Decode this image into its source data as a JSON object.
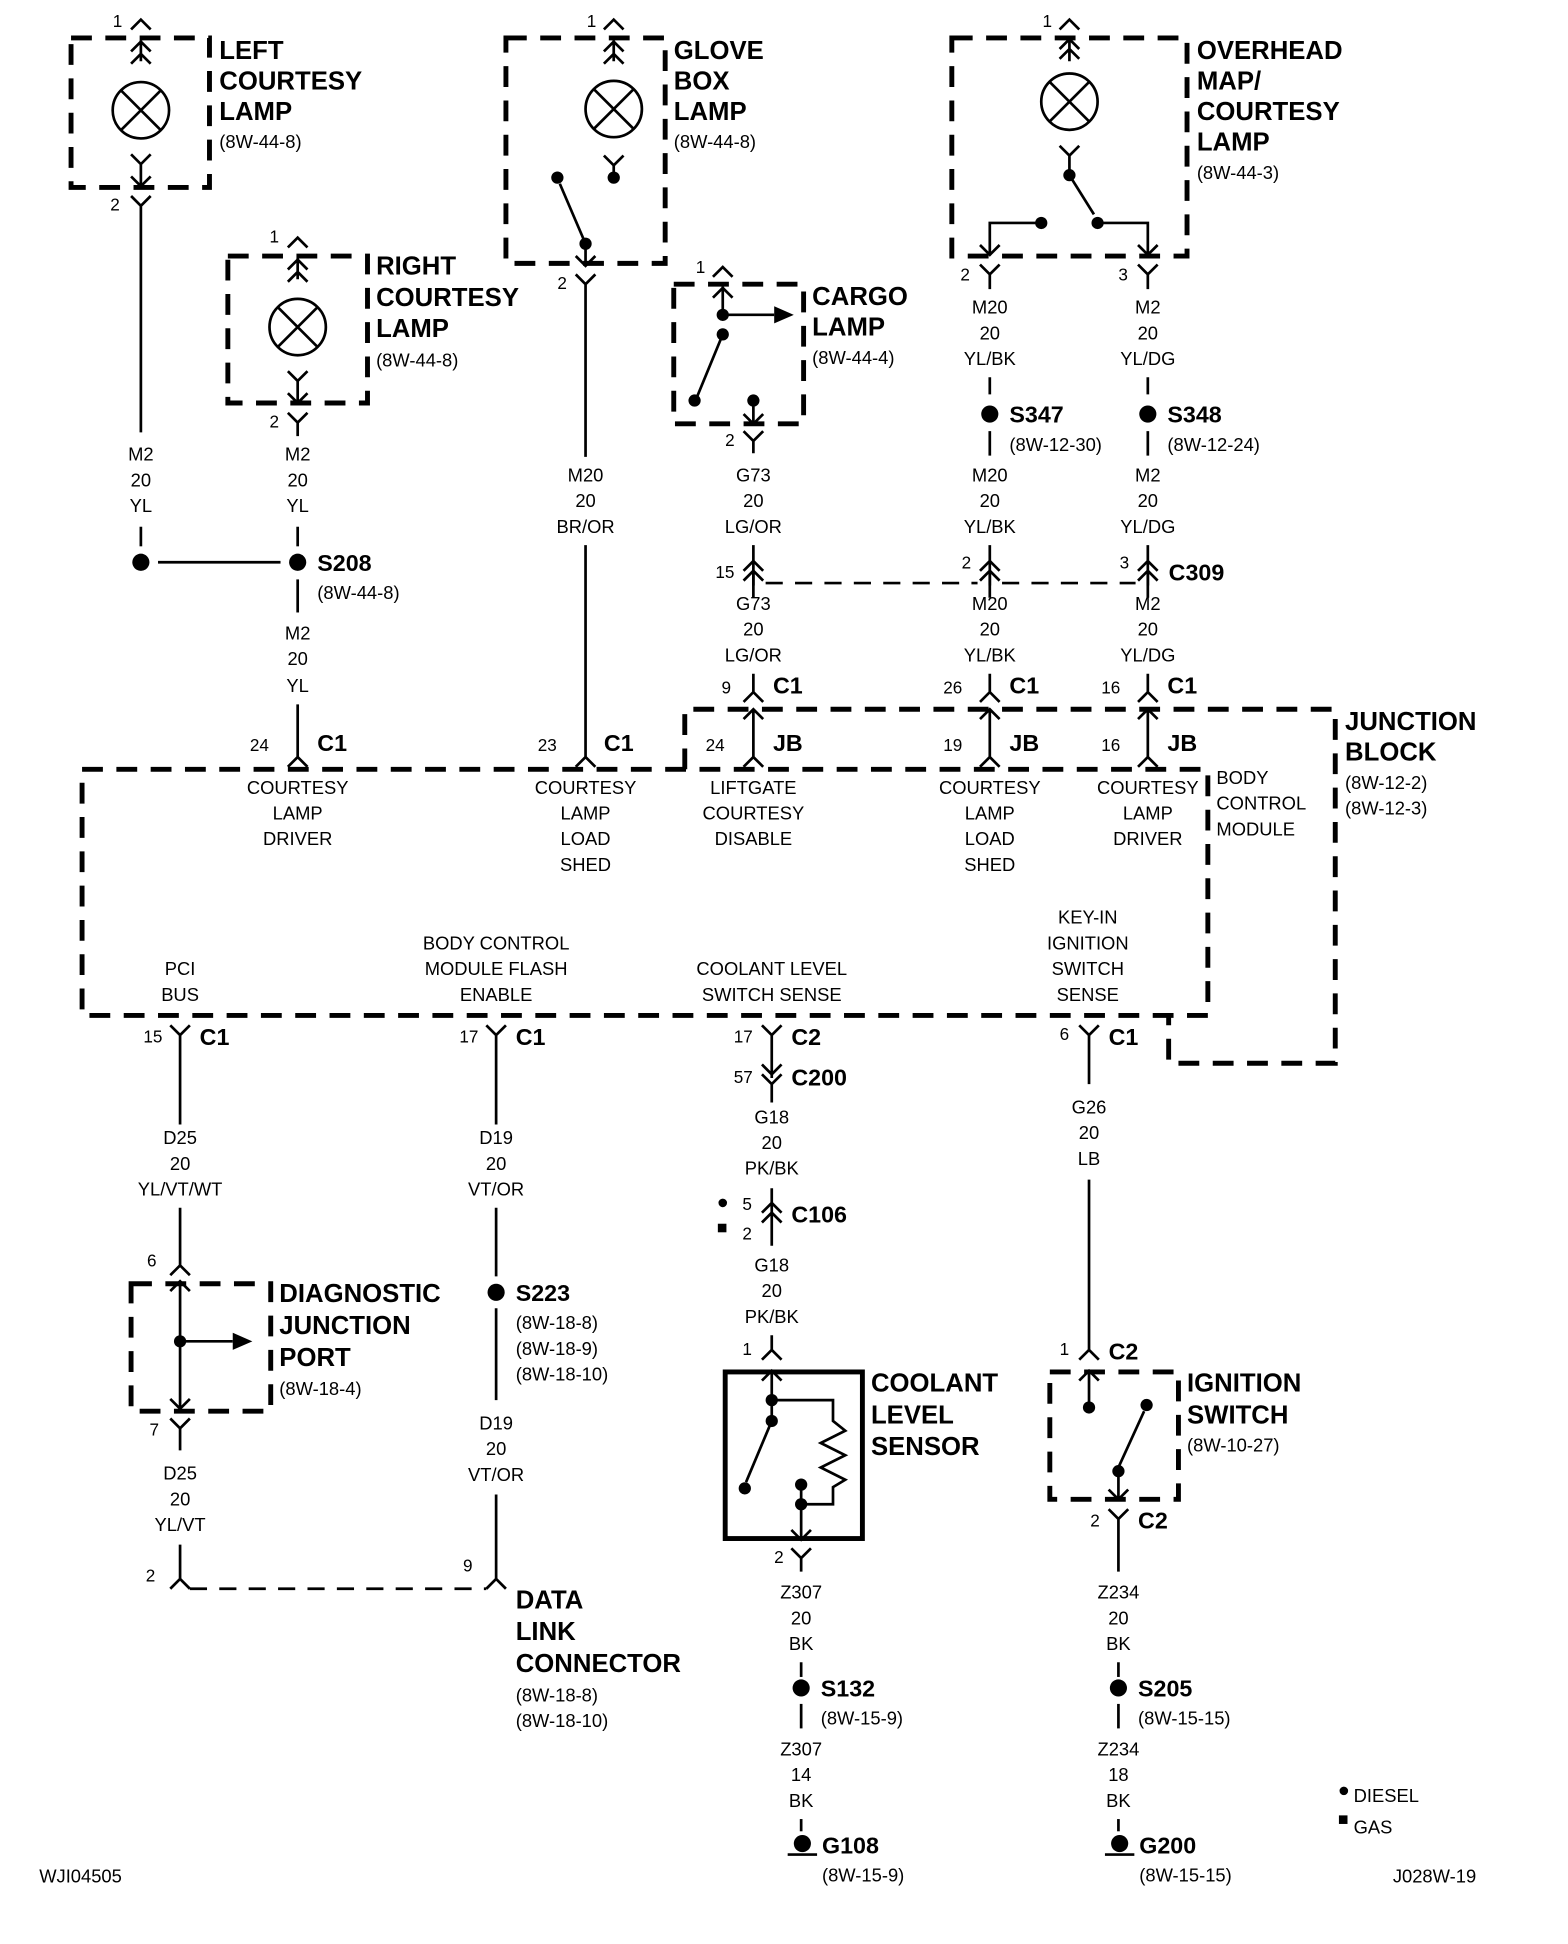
{
  "diagram": {
    "document_id": "WJI04505",
    "page_code": "J028W-19",
    "legend": [
      {
        "symbol": "dot",
        "label": "DIESEL"
      },
      {
        "symbol": "square",
        "label": "GAS"
      }
    ]
  },
  "components": {
    "left_courtesy_lamp": {
      "lines": [
        "LEFT",
        "COURTESY",
        "LAMP"
      ],
      "ref": "(8W-44-8)",
      "pin_top": "1",
      "pin_bottom": "2"
    },
    "right_courtesy_lamp": {
      "lines": [
        "RIGHT",
        "COURTESY",
        "LAMP"
      ],
      "ref": "(8W-44-8)",
      "pin_top": "1",
      "pin_bottom": "2"
    },
    "glove_box_lamp": {
      "lines": [
        "GLOVE",
        "BOX",
        "LAMP"
      ],
      "ref": "(8W-44-8)",
      "pin_top": "1",
      "pin_bottom": "2"
    },
    "cargo_lamp": {
      "lines": [
        "CARGO",
        "LAMP"
      ],
      "ref": "(8W-44-4)",
      "pin_top": "1",
      "pin_bottom": "2"
    },
    "overhead_lamp": {
      "lines": [
        "OVERHEAD",
        "MAP/",
        "COURTESY",
        "LAMP"
      ],
      "ref": "(8W-44-3)",
      "pin_top": "1",
      "pin_left": "2",
      "pin_right": "3"
    },
    "junction_block": {
      "lines": [
        "JUNCTION",
        "BLOCK"
      ],
      "refs": [
        "(8W-12-2)",
        "(8W-12-3)"
      ]
    },
    "body_control_module": {
      "lines": [
        "BODY",
        "CONTROL",
        "MODULE"
      ]
    },
    "diagnostic_junction_port": {
      "lines": [
        "DIAGNOSTIC",
        "JUNCTION",
        "PORT"
      ],
      "ref": "(8W-18-4)",
      "pin_top": "6",
      "pin_bottom": "7"
    },
    "data_link_connector": {
      "lines": [
        "DATA",
        "LINK",
        "CONNECTOR"
      ],
      "refs": [
        "(8W-18-8)",
        "(8W-18-10)"
      ],
      "pin_left": "2",
      "pin_right": "9"
    },
    "coolant_level_sensor": {
      "lines": [
        "COOLANT",
        "LEVEL",
        "SENSOR"
      ],
      "pin_top": "1",
      "pin_bottom": "2"
    },
    "ignition_switch": {
      "lines": [
        "IGNITION",
        "SWITCH"
      ],
      "ref": "(8W-10-27)",
      "pin_top": "1",
      "pin_bottom": "2",
      "conn": "C2"
    }
  },
  "splices": {
    "s208": {
      "id": "S208",
      "ref": "(8W-44-8)"
    },
    "s347": {
      "id": "S347",
      "ref": "(8W-12-30)"
    },
    "s348": {
      "id": "S348",
      "ref": "(8W-12-24)"
    },
    "s223": {
      "id": "S223",
      "refs": [
        "(8W-18-8)",
        "(8W-18-9)",
        "(8W-18-10)"
      ]
    },
    "s132": {
      "id": "S132",
      "ref": "(8W-15-9)"
    },
    "s205": {
      "id": "S205",
      "ref": "(8W-15-15)"
    }
  },
  "grounds": {
    "g108": {
      "id": "G108",
      "ref": "(8W-15-9)"
    },
    "g200": {
      "id": "G200",
      "ref": "(8W-15-15)"
    }
  },
  "connectors": {
    "c309": {
      "id": "C309",
      "pins": [
        "15",
        "2",
        "3"
      ]
    },
    "c200": {
      "id": "C200",
      "pin": "57"
    },
    "c106": {
      "id": "C106",
      "pin_diesel": "5",
      "pin_gas": "2"
    },
    "c1": "C1",
    "c2": "C2",
    "jb": "JB"
  },
  "wires": {
    "left_lamp_out": [
      "M2",
      "20",
      "YL"
    ],
    "right_lamp_out": [
      "M2",
      "20",
      "YL"
    ],
    "s208_to_bcm": [
      "M2",
      "20",
      "YL"
    ],
    "glove_box_out": [
      "M20",
      "20",
      "BR/OR"
    ],
    "cargo_out": [
      "G73",
      "20",
      "LG/OR"
    ],
    "cargo_to_jb": [
      "G73",
      "20",
      "LG/OR"
    ],
    "overhead_2": [
      "M20",
      "20",
      "YL/BK"
    ],
    "overhead_3": [
      "M2",
      "20",
      "YL/DG"
    ],
    "s347_to_c309": [
      "M20",
      "20",
      "YL/BK"
    ],
    "s348_to_c309": [
      "M2",
      "20",
      "YL/DG"
    ],
    "c309_to_jb_m20": [
      "M20",
      "20",
      "YL/BK"
    ],
    "c309_to_jb_m2": [
      "M2",
      "20",
      "YL/DG"
    ],
    "pci_bus": [
      "D25",
      "20",
      "YL/VT/WT"
    ],
    "djp_to_dlc": [
      "D25",
      "20",
      "YL/VT"
    ],
    "flash_enable": [
      "D19",
      "20",
      "VT/OR"
    ],
    "s223_to_dlc": [
      "D19",
      "20",
      "VT/OR"
    ],
    "coolant_c200": [
      "G18",
      "20",
      "PK/BK"
    ],
    "coolant_c106": [
      "G18",
      "20",
      "PK/BK"
    ],
    "coolant_ground": [
      "Z307",
      "20",
      "BK"
    ],
    "coolant_ground_g108": [
      "Z307",
      "14",
      "BK"
    ],
    "key_in_sense": [
      "G26",
      "20",
      "LB"
    ],
    "ignition_ground": [
      "Z234",
      "20",
      "BK"
    ],
    "ignition_ground_g200": [
      "Z234",
      "18",
      "BK"
    ]
  },
  "pins": {
    "bcm_c1_24": "24",
    "bcm_c1_23": "23",
    "c1_9": "9",
    "c1_26": "26",
    "c1_16": "16",
    "jb_24": "24",
    "jb_19": "19",
    "jb_16": "16",
    "bcm_c1_15": "15",
    "bcm_c1_17": "17",
    "bcm_c2_17": "17",
    "bcm_c1_6": "6"
  },
  "functions": {
    "courtesy_lamp_driver_c1": [
      "COURTESY",
      "LAMP",
      "DRIVER"
    ],
    "courtesy_lamp_load_shed_c1": [
      "COURTESY",
      "LAMP",
      "LOAD",
      "SHED"
    ],
    "liftgate_courtesy_disable": [
      "LIFTGATE",
      "COURTESY",
      "DISABLE"
    ],
    "courtesy_lamp_load_shed_jb": [
      "COURTESY",
      "LAMP",
      "LOAD",
      "SHED"
    ],
    "courtesy_lamp_driver_jb": [
      "COURTESY",
      "LAMP",
      "DRIVER"
    ],
    "pci_bus": [
      "PCI",
      "BUS"
    ],
    "flash_enable": [
      "BODY CONTROL",
      "MODULE FLASH",
      "ENABLE"
    ],
    "coolant_sense": [
      "COOLANT LEVEL",
      "SWITCH SENSE"
    ],
    "key_in_sense": [
      "KEY-IN",
      "IGNITION",
      "SWITCH",
      "SENSE"
    ]
  }
}
